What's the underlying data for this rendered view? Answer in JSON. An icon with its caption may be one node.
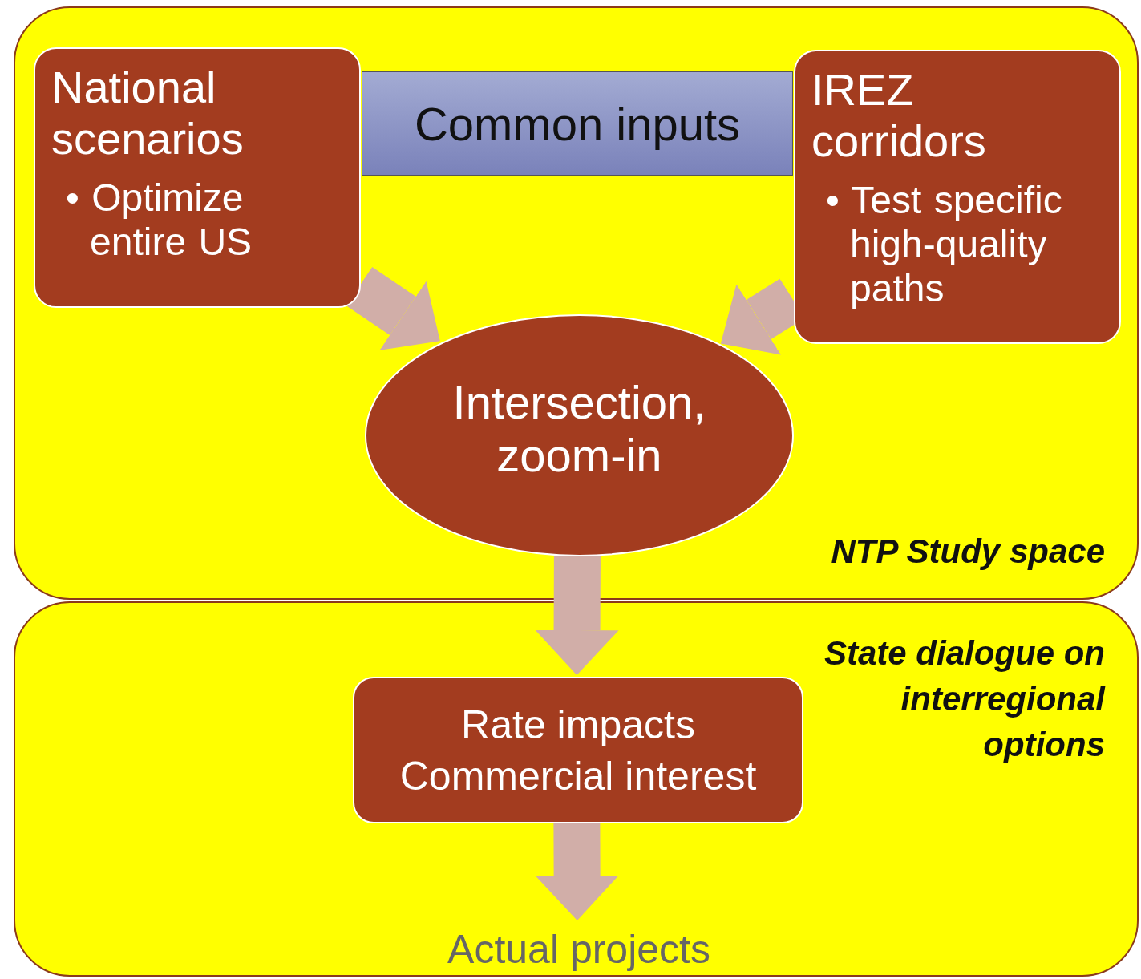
{
  "diagram": {
    "nodes": [
      {
        "text": [
          "NTP Study space"
        ]
      },
      {
        "text": [
          "Common inputs"
        ],
        "in": 0
      },
      {
        "text": [
          "National scenarios",
          "• Optimize entire US"
        ],
        "in": 0
      },
      {
        "text": [
          "IREZ corridors",
          "• Test specific high-quality paths"
        ],
        "in": 0
      },
      {
        "text": [
          "Intersection, zoom-in"
        ],
        "in": 0
      },
      {
        "text": [
          "State dialogue on interregional options"
        ]
      },
      {
        "text": [
          "Rate impacts",
          "Commercial interest"
        ],
        "in": 5
      },
      {
        "text": [
          "Actual projects"
        ],
        "in": 5
      }
    ],
    "edges": [
      {
        "from": 2,
        "to": 4,
        "arrow": "to"
      },
      {
        "from": 3,
        "to": 4,
        "arrow": "to"
      },
      {
        "from": 4,
        "to": 6,
        "arrow": "to"
      },
      {
        "from": 6,
        "to": 7,
        "arrow": "to"
      }
    ]
  }
}
